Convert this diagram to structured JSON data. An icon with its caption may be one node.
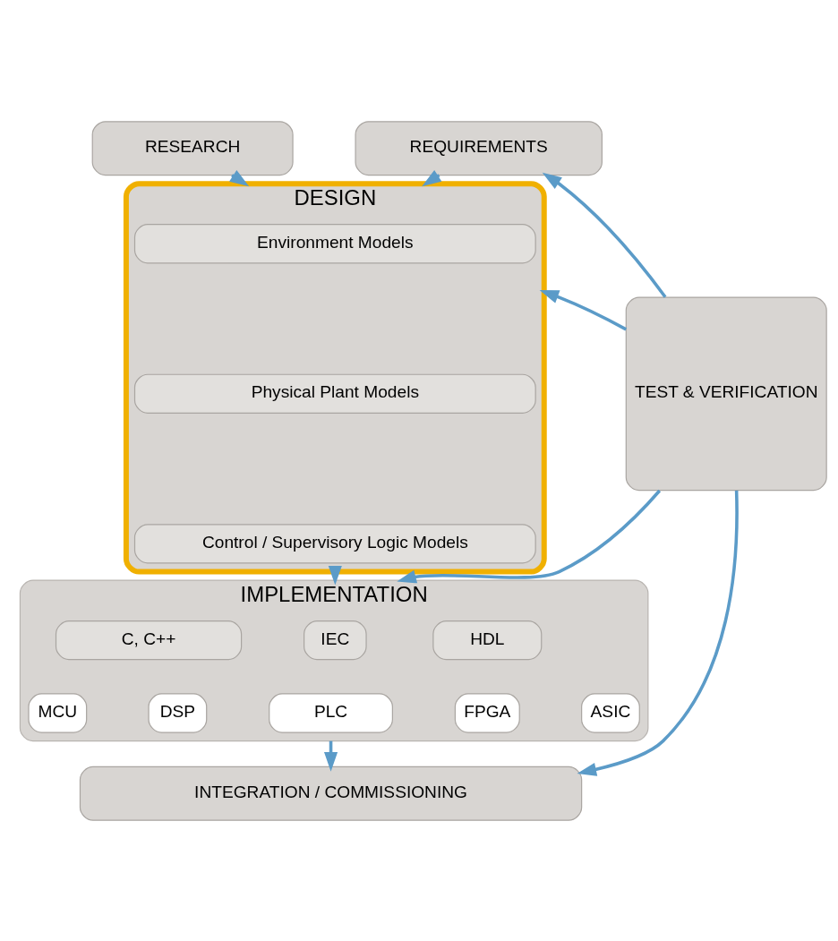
{
  "diagram": {
    "nodes": [
      {
        "text": [
          "RESEARCH"
        ]
      },
      {
        "text": [
          "REQUIREMENTS"
        ]
      },
      {
        "text": [
          "DESIGN"
        ]
      },
      {
        "text": [
          "Environment Models"
        ],
        "in": 2
      },
      {
        "text": [
          "Physical Plant Models"
        ],
        "in": 2
      },
      {
        "text": [
          "Control / Supervisory Logic Models"
        ],
        "in": 2
      },
      {
        "text": [
          "IMPLEMENTATION"
        ]
      },
      {
        "text": [
          "C, C++"
        ],
        "in": 6
      },
      {
        "text": [
          "IEC"
        ],
        "in": 6
      },
      {
        "text": [
          "HDL"
        ],
        "in": 6
      },
      {
        "text": [
          "MCU"
        ],
        "in": 6
      },
      {
        "text": [
          "DSP"
        ],
        "in": 6
      },
      {
        "text": [
          "PLC"
        ],
        "in": 6
      },
      {
        "text": [
          "FPGA"
        ],
        "in": 6
      },
      {
        "text": [
          "ASIC"
        ],
        "in": 6
      },
      {
        "text": [
          "INTEGRATION / COMMISSIONING"
        ]
      },
      {
        "text": [
          "TEST & VERIFICATION"
        ]
      }
    ],
    "edges": [
      {
        "from": 0,
        "to": 2,
        "arrow": "to"
      },
      {
        "from": 1,
        "to": 2,
        "arrow": "to"
      },
      {
        "from": 2,
        "to": 6,
        "arrow": "to"
      },
      {
        "from": 6,
        "to": 15,
        "arrow": "to"
      },
      {
        "from": 16,
        "to": 1,
        "arrow": "to"
      },
      {
        "from": 16,
        "to": 2,
        "arrow": "to"
      },
      {
        "from": 16,
        "to": 6,
        "arrow": "to"
      },
      {
        "from": 16,
        "to": 15,
        "arrow": "to"
      }
    ]
  }
}
